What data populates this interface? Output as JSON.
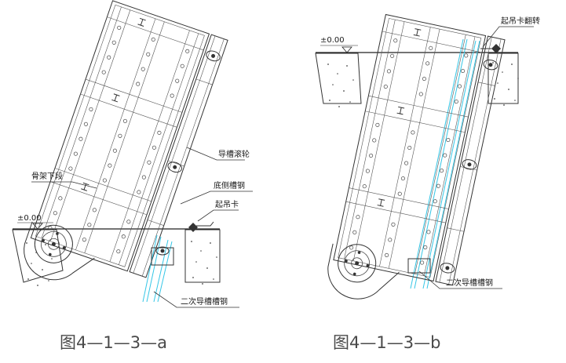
{
  "figure_a": {
    "caption": "图4—1—3—a",
    "level_label": "±0.00",
    "labels": {
      "guide_roller": "导槽滚轮",
      "frame_lower": "骨架下段",
      "bottom_channel": "底侧槽钢",
      "lifting_clamp": "起吊卡",
      "secondary_channel": "二次导槽槽钢"
    }
  },
  "figure_b": {
    "caption": "图4—1—3—b",
    "level_label": "±0.00",
    "labels": {
      "clamp_flip": "起吊卡翻转",
      "secondary_channel": "二次导槽槽钢"
    }
  },
  "colors": {
    "line": "#333333",
    "cyan": "#35c6e6",
    "caption": "#4a4a4a"
  }
}
